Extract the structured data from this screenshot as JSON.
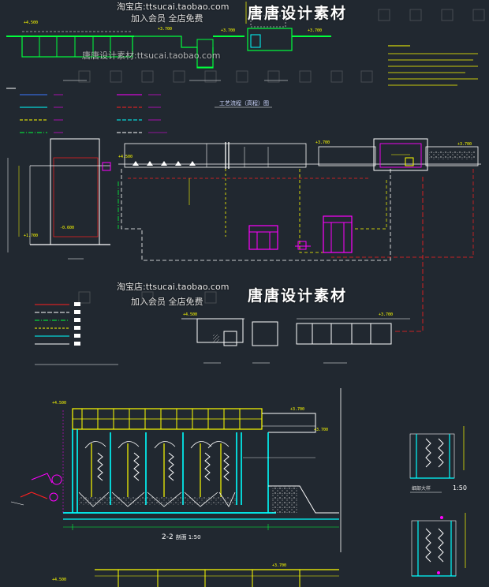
{
  "watermarks": {
    "shop_prefix": "淘宝店:",
    "shop_url": "ttsucai.taobao.com",
    "brand": "唐唐设计素材",
    "member": "加入会员 全店免费",
    "faint_brand": "唐唐设计素材:",
    "faint_url": "ttsucai.taobao.com"
  },
  "labels": {
    "section_22": "2-2",
    "section_22_scale": "剖面 1:50",
    "detail_scale": "1:50",
    "flow_title": "工艺流程（高程）图",
    "detail_title": "细部大样"
  },
  "elevations": [
    "+4.500",
    "+3.700",
    "+3.700",
    "+3.700",
    "+4.500",
    "+1.700",
    "-0.600",
    "+4.500",
    "+3.700"
  ],
  "colors": {
    "background": "#212830",
    "green": "#00ff3c",
    "yellow": "#ffff00",
    "cyan": "#00ffff",
    "magenta": "#ff00ff",
    "red": "#ff2020",
    "white": "#ffffff",
    "blue": "#3c78ff"
  }
}
